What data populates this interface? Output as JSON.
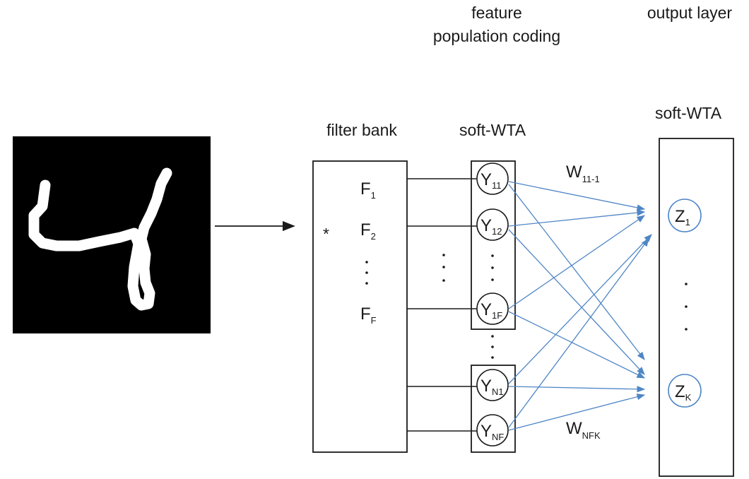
{
  "headers": {
    "feature_line1": "feature",
    "feature_line2": "population coding",
    "output_layer": "output layer"
  },
  "input_image": {
    "description_icon": "digit-4-image"
  },
  "filter_bank": {
    "title": "filter bank",
    "convolution_symbol": "*",
    "filters": [
      {
        "main": "F",
        "sub": "1"
      },
      {
        "main": "F",
        "sub": "2"
      },
      {
        "main": "F",
        "sub": "F"
      }
    ]
  },
  "feature_layer": {
    "title": "soft-WTA",
    "nodes": [
      {
        "main": "Y",
        "sub": "11"
      },
      {
        "main": "Y",
        "sub": "12"
      },
      {
        "main": "Y",
        "sub": "1F"
      },
      {
        "main": "Y",
        "sub": "N1"
      },
      {
        "main": "Y",
        "sub": "NF"
      }
    ]
  },
  "output_layer": {
    "title": "soft-WTA",
    "nodes": [
      {
        "main": "Z",
        "sub": "1"
      },
      {
        "main": "Z",
        "sub": "K"
      }
    ]
  },
  "weights": [
    {
      "main": "W",
      "sub": "11-1"
    },
    {
      "main": "W",
      "sub": "NFK"
    }
  ],
  "colors": {
    "connection": "#4f86c6",
    "output_node_stroke": "#4f86c6",
    "line": "#1a1a1a"
  }
}
